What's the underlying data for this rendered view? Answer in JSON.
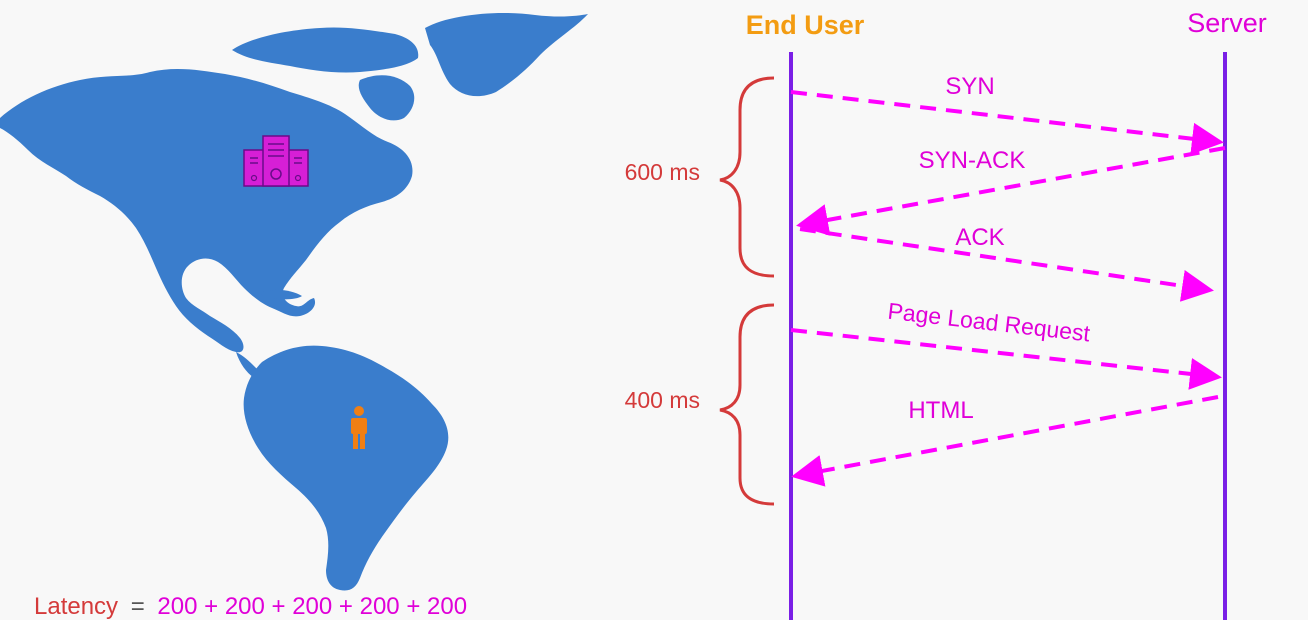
{
  "diagram": {
    "actors": {
      "client": "End User",
      "server": "Server"
    },
    "messages": [
      {
        "label": "SYN",
        "direction": "client-to-server"
      },
      {
        "label": "SYN-ACK",
        "direction": "server-to-client"
      },
      {
        "label": "ACK",
        "direction": "client-to-server"
      },
      {
        "label": "Page Load Request",
        "direction": "client-to-server"
      },
      {
        "label": "HTML",
        "direction": "server-to-client"
      }
    ],
    "phases": [
      {
        "duration": "600 ms"
      },
      {
        "duration": "400 ms"
      }
    ],
    "latency": {
      "label": "Latency",
      "equals": "=",
      "expression": "200 + 200 + 200 + 200 + 200"
    },
    "map": {
      "server_icon": "server-rack-icon",
      "user_icon": "person-icon"
    }
  },
  "colors": {
    "background": "#f8f8f8",
    "map_fill": "#3a7dcc",
    "timeline": "#7a1fe6",
    "arrow": "#ff00ff",
    "message_text": "#e000d8",
    "client_title": "#f39c12",
    "server_title": "#e000d8",
    "brace": "#d43a3a",
    "latency_label": "#d43a3a",
    "latency_expr": "#e000d8",
    "server_icon": "#d61fd6",
    "user_icon": "#f07f14"
  }
}
